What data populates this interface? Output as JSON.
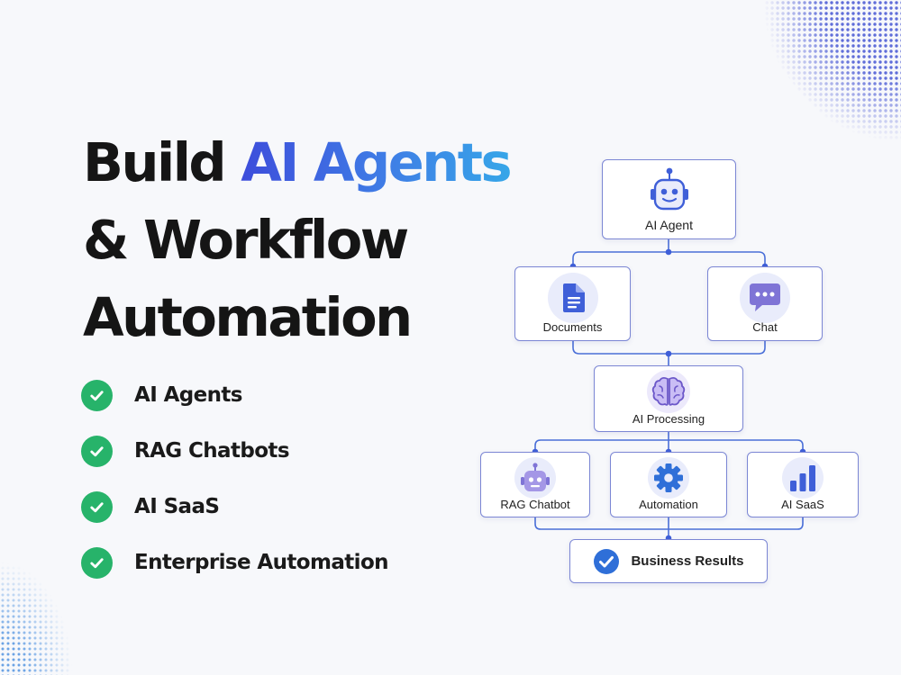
{
  "headline": {
    "line1_plain": "Build",
    "line1_highlight": "AI Agents",
    "line2": "& Workflow",
    "line3": "Automation"
  },
  "features": [
    {
      "label": "AI Agents",
      "icon": "check-circle-icon"
    },
    {
      "label": "RAG Chatbots",
      "icon": "check-circle-icon"
    },
    {
      "label": "AI SaaS",
      "icon": "check-circle-icon"
    },
    {
      "label": "Enterprise Automation",
      "icon": "check-circle-icon"
    }
  ],
  "flow": {
    "agent": {
      "label": "AI Agent",
      "icon": "robot-icon"
    },
    "documents": {
      "label": "Documents",
      "icon": "document-icon"
    },
    "chat": {
      "label": "Chat",
      "icon": "chat-bubble-icon"
    },
    "processing": {
      "label": "AI Processing",
      "icon": "brain-icon"
    },
    "rag": {
      "label": "RAG Chatbot",
      "icon": "robot-icon"
    },
    "automation": {
      "label": "Automation",
      "icon": "gear-icon"
    },
    "saas": {
      "label": "AI SaaS",
      "icon": "bar-chart-icon"
    },
    "results": {
      "label": "Business Results",
      "icon": "check-circle-icon"
    }
  },
  "colors": {
    "headline_gradient_start": "#3d4ddb",
    "headline_gradient_end": "#36a6e8",
    "check_green": "#27b36a",
    "node_border": "#7b86d4",
    "connector": "#4a6fd8",
    "icon_blue": "#3f5fd8",
    "icon_purple": "#7f74d6"
  }
}
